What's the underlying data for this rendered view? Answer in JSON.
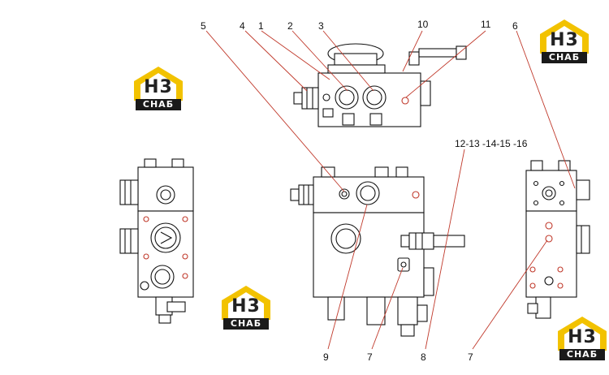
{
  "callouts": {
    "c1": "1",
    "c2": "2",
    "c3": "3",
    "c4": "4",
    "c5": "5",
    "c6": "6",
    "c7a": "7",
    "c7b": "7",
    "c8": "8",
    "c9": "9",
    "c10": "10",
    "c11": "11",
    "c12": "12-13 -14-15 -16"
  },
  "watermark": {
    "text_top": "H3",
    "text_bottom": "СНАБ",
    "colors": {
      "roof": "#f2c200",
      "band": "#1a1a1a"
    }
  },
  "colors": {
    "line": "#111111",
    "leader": "#c0392b",
    "port": "#c0392b"
  }
}
